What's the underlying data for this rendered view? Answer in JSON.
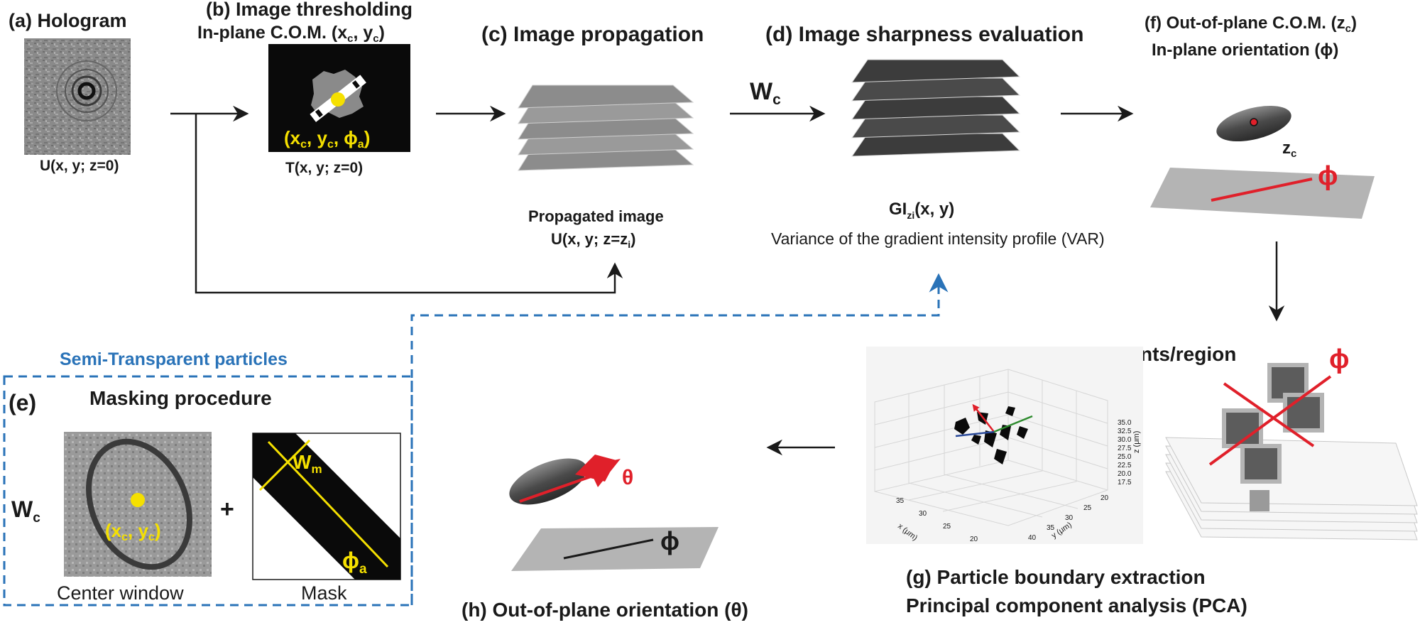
{
  "colors": {
    "accent_blue": "#2a73b8",
    "highlight_yellow": "#f5e000",
    "angle_red": "#e0202a",
    "text": "#1a1a1a"
  },
  "panel_a": {
    "title": "(a) Hologram",
    "caption": "U(x, y; z=0)"
  },
  "panel_b": {
    "title_line1": "(b) Image thresholding",
    "title_line2_main": "In-plane C.O.M. (x",
    "title_sub1": "c",
    "title_mid": ", y",
    "title_sub2": "c",
    "title_end": ")",
    "overlay_x": "(x",
    "overlay_xsub": "c",
    "overlay_y": ", y",
    "overlay_ysub": "c",
    "overlay_phi": ", ϕ",
    "overlay_phisub": "a",
    "overlay_end": ")",
    "caption": "T(x, y; z=0)"
  },
  "panel_c": {
    "title": "(c) Image propagation",
    "caption_line1": "Propagated image",
    "caption_line2_main": "U(x, y; z=z",
    "caption_sub": "i",
    "caption_end": ")"
  },
  "arrow_wc": {
    "main": "W",
    "sub": "c"
  },
  "panel_d": {
    "title": "(d) Image sharpness evaluation",
    "caption_main": "GI",
    "caption_sub": "zi",
    "caption_end": "(x, y)",
    "caption_line2": "Variance of the gradient intensity profile (VAR)"
  },
  "panel_f": {
    "line1_main": "(f) Out-of-plane C.O.M. (z",
    "line1_sub": "c",
    "line1_end": ")",
    "line2": "In-plane orientation (ϕ)",
    "zc_main": "z",
    "zc_sub": "c",
    "phi": "ϕ"
  },
  "panel_e": {
    "box_title": "Semi-Transparent particles",
    "label": "(e)",
    "heading": "Masking procedure",
    "wc_main": "W",
    "wc_sub": "c",
    "plus": "+",
    "point_x": "(x",
    "point_xsub": "c",
    "point_y": ", y",
    "point_ysub": "c",
    "point_end": ")",
    "wm_main": "W",
    "wm_sub": "m",
    "phia_main": "ϕ",
    "phia_sub": "a",
    "caption_center": "Center window",
    "caption_mask": "Mask"
  },
  "panel_g": {
    "n_points": "N points/region",
    "phi": "ϕ",
    "title_line1": "(g) Particle boundary extraction",
    "title_line2": "Principal component analysis (PCA)",
    "z_axis_label": "z (μm)",
    "x_axis_label": "x (μm)",
    "y_axis_label": "y (μm)",
    "z_ticks": [
      "35.0",
      "32.5",
      "30.0",
      "27.5",
      "25.0",
      "22.5",
      "20.0",
      "17.5"
    ],
    "x_ticks": [
      "35",
      "30",
      "25",
      "20"
    ],
    "y_ticks": [
      "20",
      "25",
      "30",
      "35",
      "40"
    ]
  },
  "panel_h": {
    "title_main": "(h) Out-of-plane orientation (θ)",
    "theta": "θ",
    "phi": "ϕ"
  }
}
